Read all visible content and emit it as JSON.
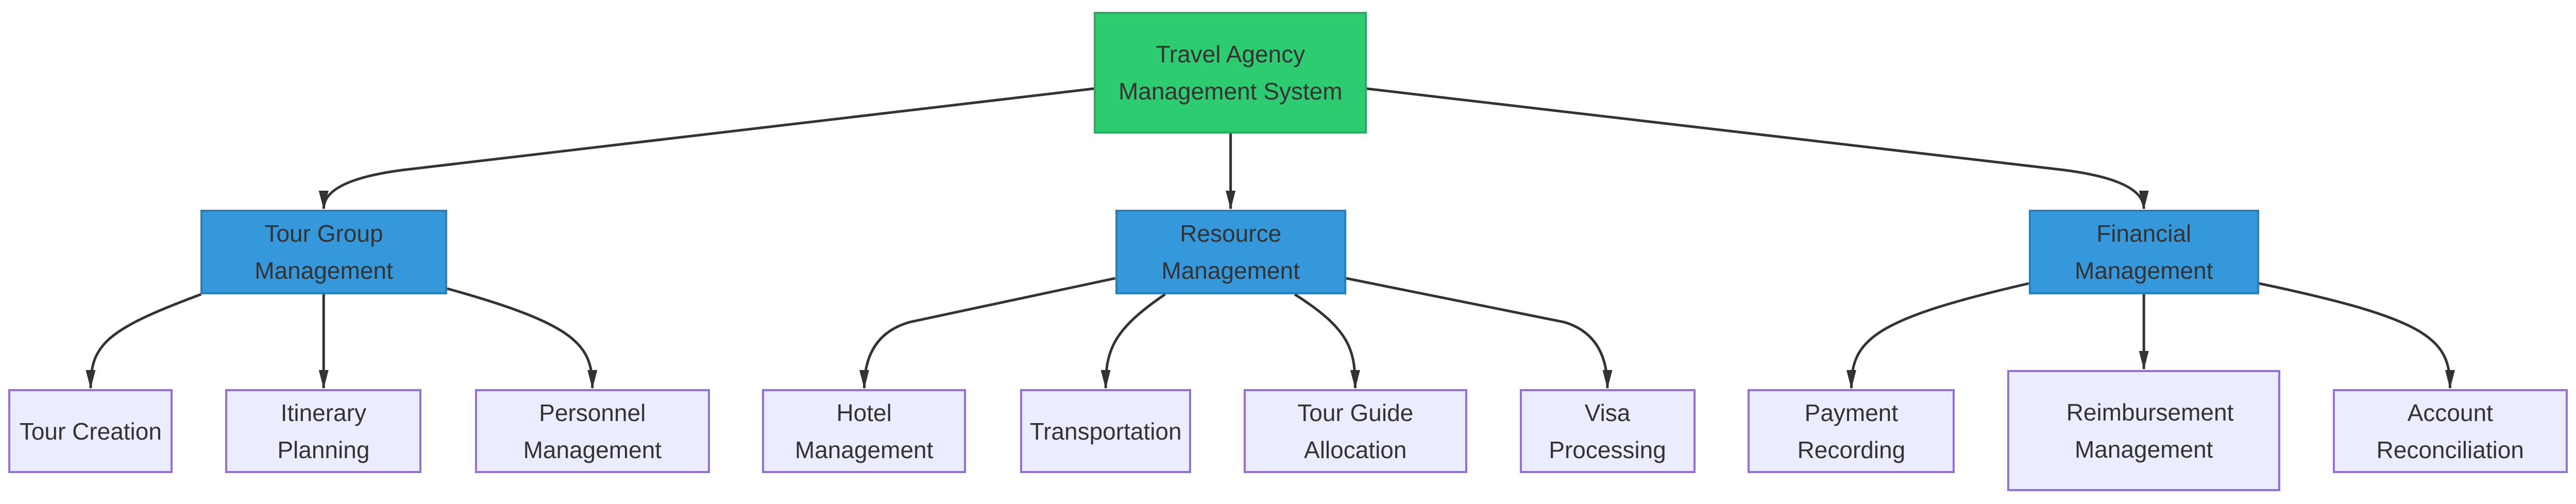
{
  "colors": {
    "root_fill": "#2ecc71",
    "category_fill": "#3498db",
    "leaf_fill": "#ececff",
    "leaf_border": "#9370db",
    "edge": "#333333"
  },
  "root": {
    "label": "Travel Agency Management System"
  },
  "categories": [
    {
      "label": "Tour Group Management",
      "children": [
        "Tour Creation",
        "Itinerary Planning",
        "Personnel Management"
      ]
    },
    {
      "label": "Resource Management",
      "children": [
        "Hotel Management",
        "Transportation",
        "Tour Guide Allocation",
        "Visa Processing"
      ]
    },
    {
      "label": "Financial Management",
      "children": [
        "Payment Recording",
        "Reimbursement Management",
        "Account Reconciliation"
      ]
    }
  ]
}
